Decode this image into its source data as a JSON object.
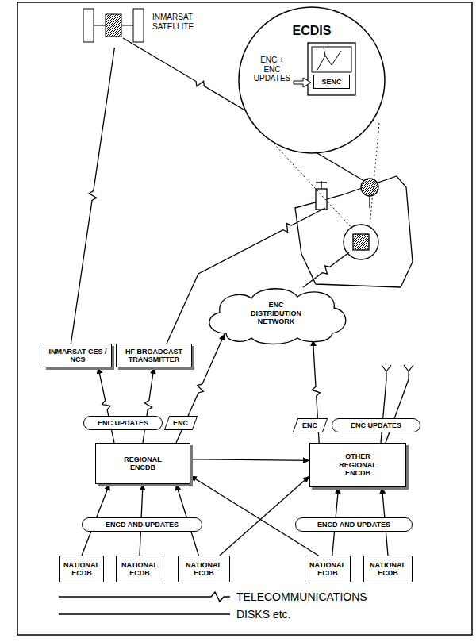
{
  "diagram": {
    "nodes": [
      {
        "text": [
          "INMARSAT SATELLITE"
        ]
      },
      {
        "text": [
          "ECDIS",
          "ENC + ENC UPDATES"
        ]
      },
      {
        "text": [
          "SENC"
        ],
        "in": 1
      },
      {
        "text": [
          "INMARSAT CES / NCS"
        ]
      },
      {
        "text": [
          "HF BROADCAST TRANSMITTER"
        ]
      },
      {
        "text": [
          "ENC DISTRIBUTION NETWORK"
        ]
      },
      {
        "text": [
          "REGIONAL ENCDB"
        ]
      },
      {
        "text": [
          "OTHER REGIONAL ENCDB"
        ]
      },
      {
        "text": [
          "NATIONAL ECDB"
        ]
      },
      {
        "text": [
          "NATIONAL ECDB"
        ]
      },
      {
        "text": [
          "NATIONAL ECDB"
        ]
      },
      {
        "text": [
          "NATIONAL ECDB"
        ]
      },
      {
        "text": [
          "NATIONAL ECDB"
        ]
      }
    ],
    "edges": [
      {
        "from": 0,
        "to": 3,
        "arrow": "none"
      },
      {
        "from": 6,
        "to": 3,
        "arrow": "to"
      },
      {
        "from": 6,
        "to": 4,
        "arrow": "to"
      },
      {
        "from": 6,
        "to": 5,
        "arrow": "to"
      },
      {
        "from": 6,
        "to": 7,
        "arrow": "to"
      },
      {
        "from": 7,
        "to": 5,
        "arrow": "to"
      },
      {
        "from": 8,
        "to": 6,
        "arrow": "to"
      },
      {
        "from": 9,
        "to": 6,
        "arrow": "to"
      },
      {
        "from": 10,
        "to": 6,
        "arrow": "to"
      },
      {
        "from": 10,
        "to": 7,
        "arrow": "to"
      },
      {
        "from": 11,
        "to": 6,
        "arrow": "to"
      },
      {
        "from": 11,
        "to": 7,
        "arrow": "to"
      },
      {
        "from": 12,
        "to": 7,
        "arrow": "to"
      }
    ],
    "labels": [
      "ENC UPDATES",
      "ENC",
      "ENC",
      "ENC UPDATES",
      "ENCD AND UPDATES",
      "ENCD AND UPDATES"
    ],
    "legend": [
      {
        "text": "TELECOMMUNICATIONS"
      },
      {
        "text": "DISKS etc."
      }
    ]
  }
}
